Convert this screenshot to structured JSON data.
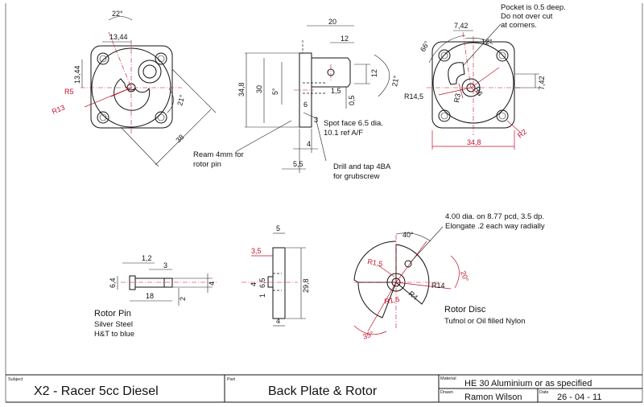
{
  "title_block": {
    "subject_label": "Subject",
    "subject": "X2 - Racer 5cc Diesel",
    "part_label": "Part",
    "part": "Back Plate & Rotor",
    "material_label": "Material",
    "material": "HE 30 Aluminium or as specified",
    "drawn_label": "Drawn",
    "drawn": "Ramon Wilson",
    "date_label": "Date",
    "date": "26 - 04 - 11"
  },
  "back_plate_front": {
    "dims": {
      "angle": "22°",
      "width": "13,44",
      "height": "13,44",
      "r5": "R5",
      "r13": "R13",
      "angle21": "21°",
      "diag": "38"
    }
  },
  "back_plate_side": {
    "dims": {
      "top": "20",
      "boss": "12",
      "overall": "34,8",
      "inner": "30",
      "angle5": "5°",
      "d6": "6",
      "d3": "3",
      "d15": "1,5",
      "d12": "12",
      "angle21": "21°",
      "d05": "0,5",
      "d4": "4",
      "d55": "5,5"
    },
    "notes": {
      "spot_face_1": "Spot face 6.5 dia.",
      "spot_face_2": "10.1 ref A/F",
      "ream_1": "Ream 4mm for",
      "ream_2": "rotor pin",
      "drill_1": "Drill and tap 4BA",
      "drill_2": "for grubscrew"
    }
  },
  "back_plate_rear": {
    "dims": {
      "d742a": "7,42",
      "angle12": "12°",
      "angle66": "66°",
      "r145": "R14,5",
      "r3": "R3",
      "r6": "R6",
      "d742b": "7,42",
      "d348": "34,8",
      "r2": "R2"
    },
    "notes": {
      "pocket_1": "Pocket is 0.5 deep.",
      "pocket_2": "Do not over cut",
      "pocket_3": "at corners."
    }
  },
  "rotor_pin": {
    "title": "Rotor Pin",
    "material_1": "Silver Steel",
    "material_2": "H&T to blue",
    "dims": {
      "d12": "1,2",
      "d3": "3",
      "d64": "6,4",
      "d4": "4",
      "d18": "18",
      "d2": "2"
    }
  },
  "rotor_side": {
    "dims": {
      "d5": "5",
      "d35": "3,5",
      "d4a": "4",
      "d65": "6,5",
      "d1": "1",
      "d298": "29,8",
      "d4b": "4"
    }
  },
  "rotor_disc": {
    "title": "Rotor Disc",
    "material": "Tufnol or Oil filled Nylon",
    "notes": {
      "line1": "4.00 dia. on 8.77 pcd, 3.5 dp.",
      "line2": "Elongate .2 each way radially"
    },
    "dims": {
      "angle40": "40°",
      "r15a": "R1,5",
      "angle20": "20°",
      "r14": "R14",
      "r4": "R4",
      "r15b": "R1,5",
      "angle35": "35°"
    }
  }
}
